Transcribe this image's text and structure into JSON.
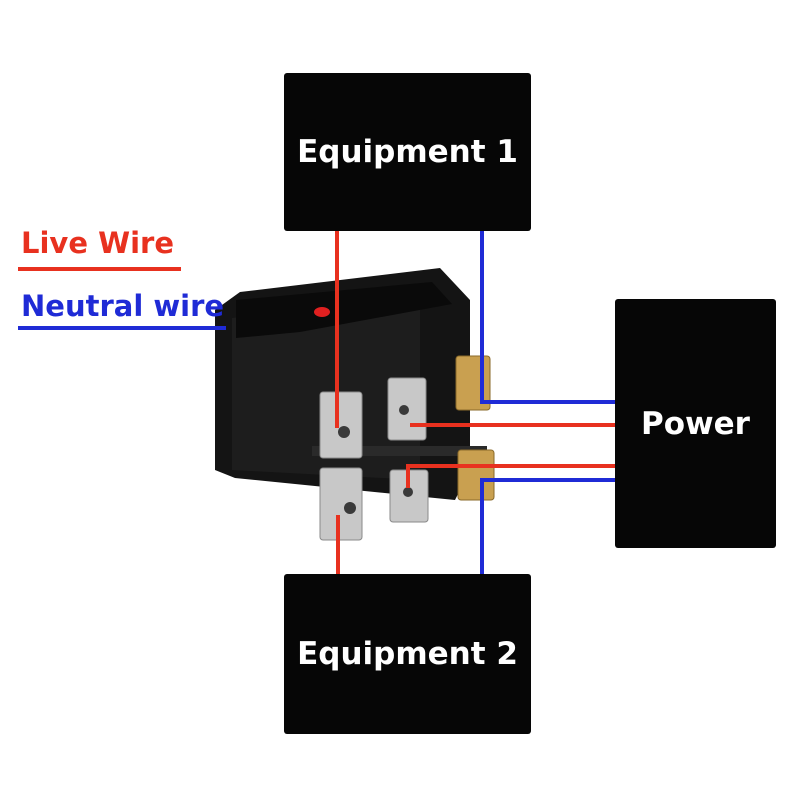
{
  "boxes": {
    "equipment_1": "Equipment 1",
    "equipment_2": "Equipment 2",
    "power": "Power"
  },
  "legend": {
    "live_wire": "Live Wire",
    "neutral_wire": "Neutral wire"
  },
  "colors": {
    "live_wire": "#e8311f",
    "neutral_wire": "#1f2bd6",
    "box_fill": "#060606",
    "box_text": "#ffffff",
    "switch_body": "#141414",
    "terminal": "#c8c8c8",
    "terminal_brass": "#c9a050",
    "indicator": "#e02020"
  }
}
